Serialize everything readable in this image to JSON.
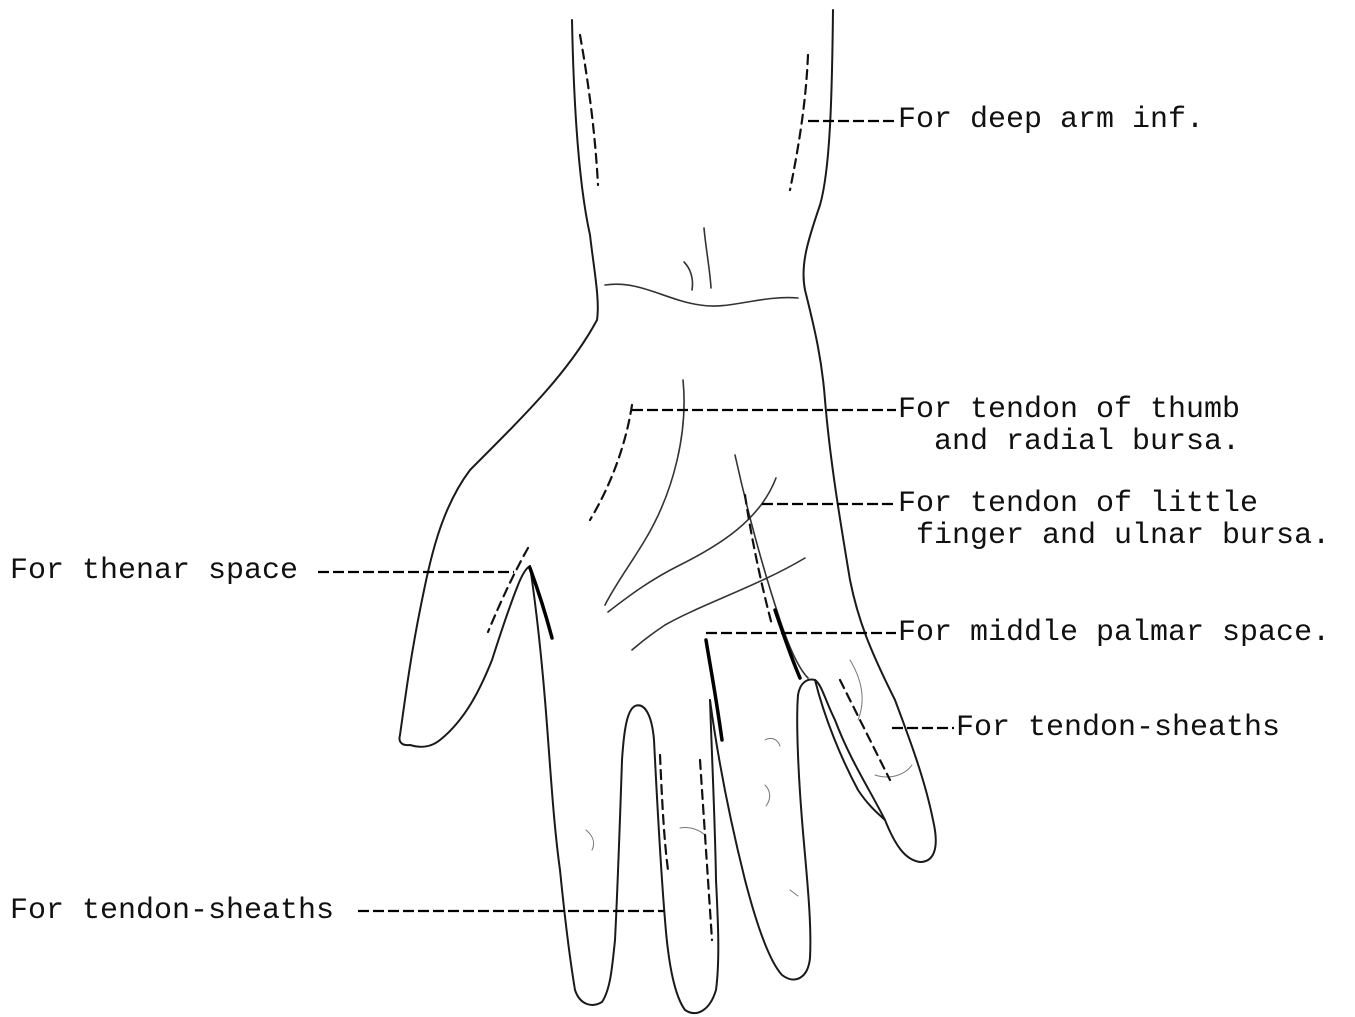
{
  "labels": {
    "deep_arm": "For deep arm inf.",
    "thumb_tendon": "For tendon of thumb\n  and radial bursa.",
    "little_finger_tendon": "For tendon of little\n finger and ulnar bursa.",
    "thenar_space": "For thenar space",
    "middle_palmar": "For middle palmar space.",
    "tendon_sheaths_right": "For tendon-sheaths",
    "tendon_sheaths_left": "For tendon-sheaths"
  }
}
